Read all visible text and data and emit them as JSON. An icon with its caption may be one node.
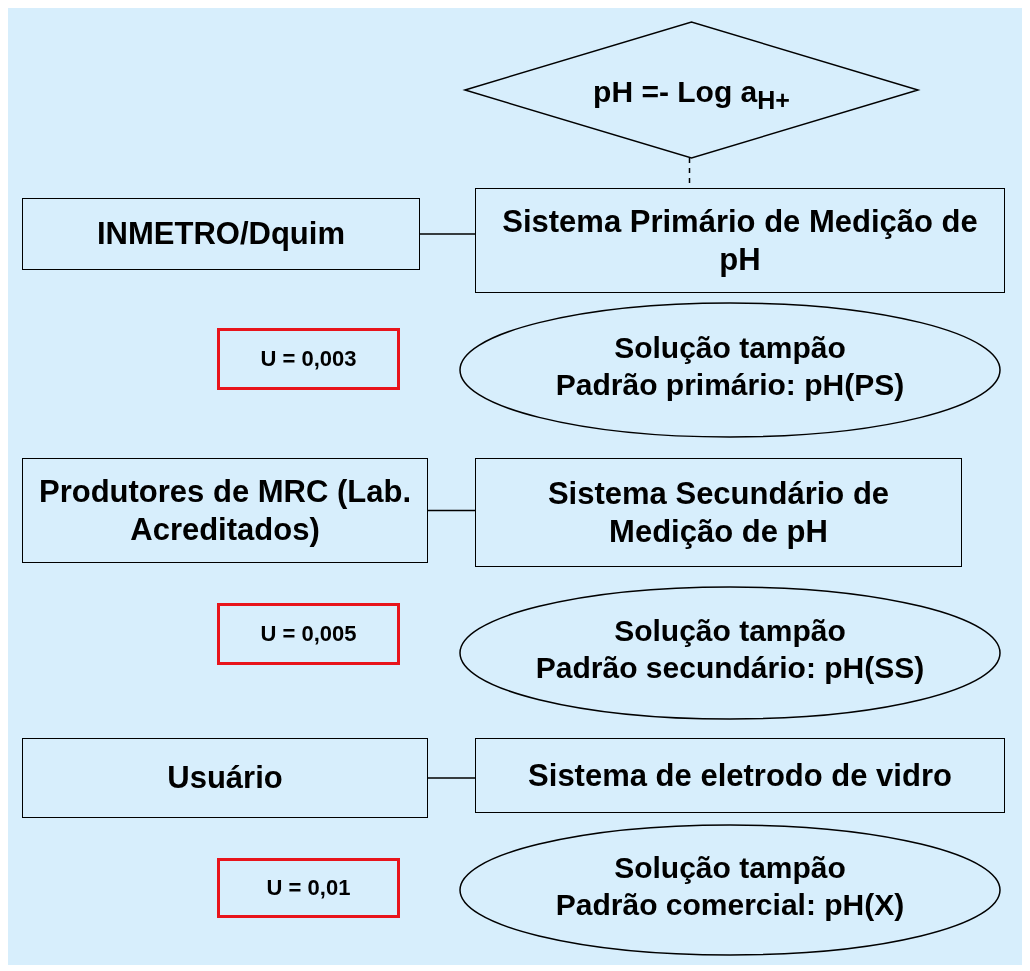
{
  "diagram": {
    "nodes": [
      {
        "text": [
          "pH =- Log a$_{H+}$"
        ]
      },
      {
        "text": [
          "INMETRO/Dquim"
        ]
      },
      {
        "text": [
          "Sistema Primário de Medição de pH"
        ]
      },
      {
        "text": [
          "U = 0,003"
        ]
      },
      {
        "text": [
          "Solução tampão",
          "Padrão primário: pH(PS)"
        ]
      },
      {
        "text": [
          "Produtores de MRC (Lab. Acreditados)"
        ]
      },
      {
        "text": [
          "Sistema Secundário de Medição de pH"
        ]
      },
      {
        "text": [
          "U = 0,005"
        ]
      },
      {
        "text": [
          "Solução tampão",
          "Padrão secundário: pH(SS)"
        ]
      },
      {
        "text": [
          "Usuário"
        ]
      },
      {
        "text": [
          "Sistema de eletrodo de vidro"
        ]
      },
      {
        "text": [
          "U = 0,01"
        ]
      },
      {
        "text": [
          "Solução tampão",
          "Padrão comercial: pH(X)"
        ]
      }
    ],
    "edges": [
      {
        "from": 0,
        "to": 2,
        "arrow": "none",
        "style": "dashed"
      },
      {
        "from": 1,
        "to": 2,
        "arrow": "none"
      },
      {
        "from": 5,
        "to": 6,
        "arrow": "none"
      },
      {
        "from": 9,
        "to": 10,
        "arrow": "none"
      }
    ]
  }
}
